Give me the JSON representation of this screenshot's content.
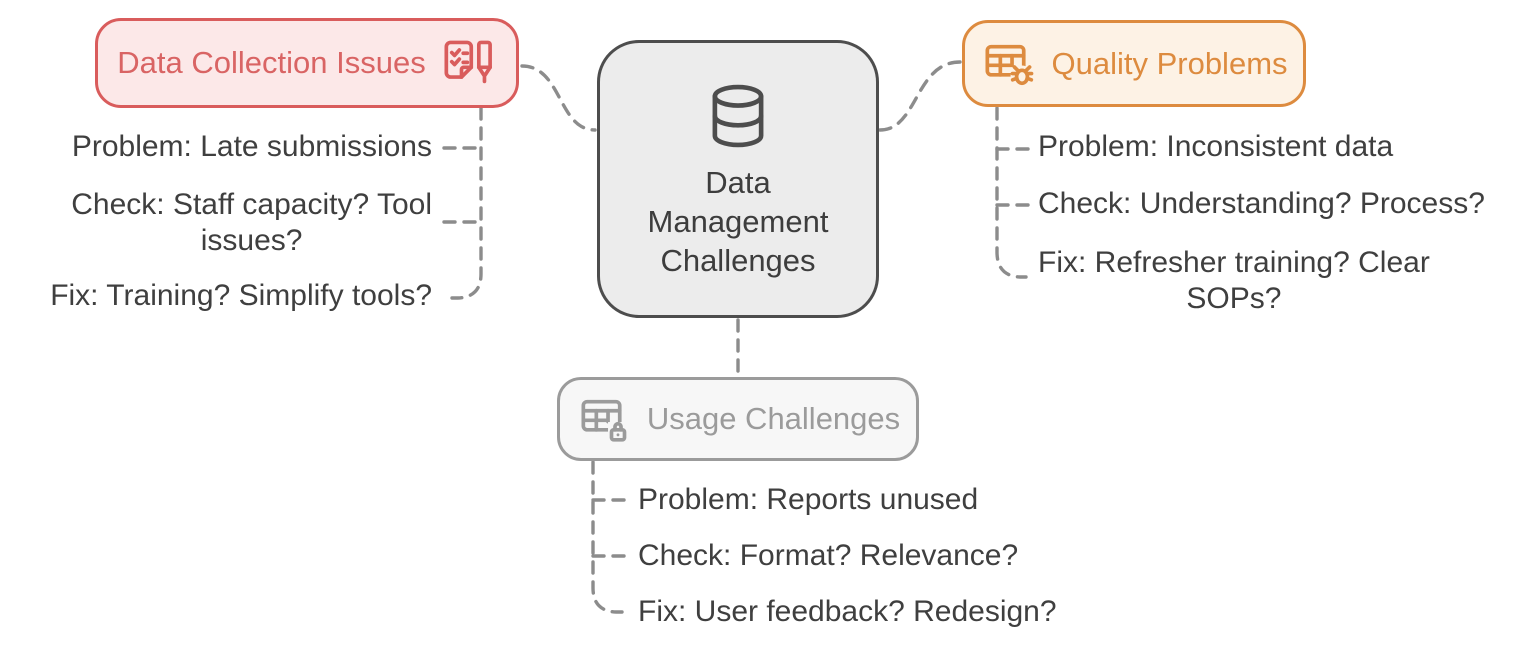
{
  "diagram": {
    "title": "Data Management Challenges mind map",
    "center": {
      "label": "Data\nManagement\nChallenges",
      "icon": "database-icon",
      "border_color": "#4d4d4d",
      "bg_color": "#ececec",
      "text_color": "#3d3d3d"
    },
    "branches": [
      {
        "id": "collection",
        "label": "Data Collection Issues",
        "icon": "checklist-pen-icon",
        "accent_color": "#d95c5c",
        "bg_color": "#fce8e8",
        "leaves": [
          "Problem: Late submissions",
          "Check: Staff capacity? Tool\nissues?",
          "Fix: Training? Simplify tools?"
        ]
      },
      {
        "id": "quality",
        "label": "Quality Problems",
        "icon": "table-bug-icon",
        "accent_color": "#dd8b3f",
        "bg_color": "#fdf2e5",
        "leaves": [
          "Problem: Inconsistent data",
          "Check: Understanding? Process?",
          "Fix: Refresher training? Clear\nSOPs?"
        ]
      },
      {
        "id": "usage",
        "label": "Usage Challenges",
        "icon": "table-lock-icon",
        "accent_color": "#9b9b9b",
        "bg_color": "#f7f7f7",
        "leaves": [
          "Problem: Reports unused",
          "Check: Format? Relevance?",
          "Fix: User feedback? Redesign?"
        ]
      }
    ],
    "connector_color": "#8c8c8c",
    "leaf_text_color": "#3f3f3f"
  }
}
